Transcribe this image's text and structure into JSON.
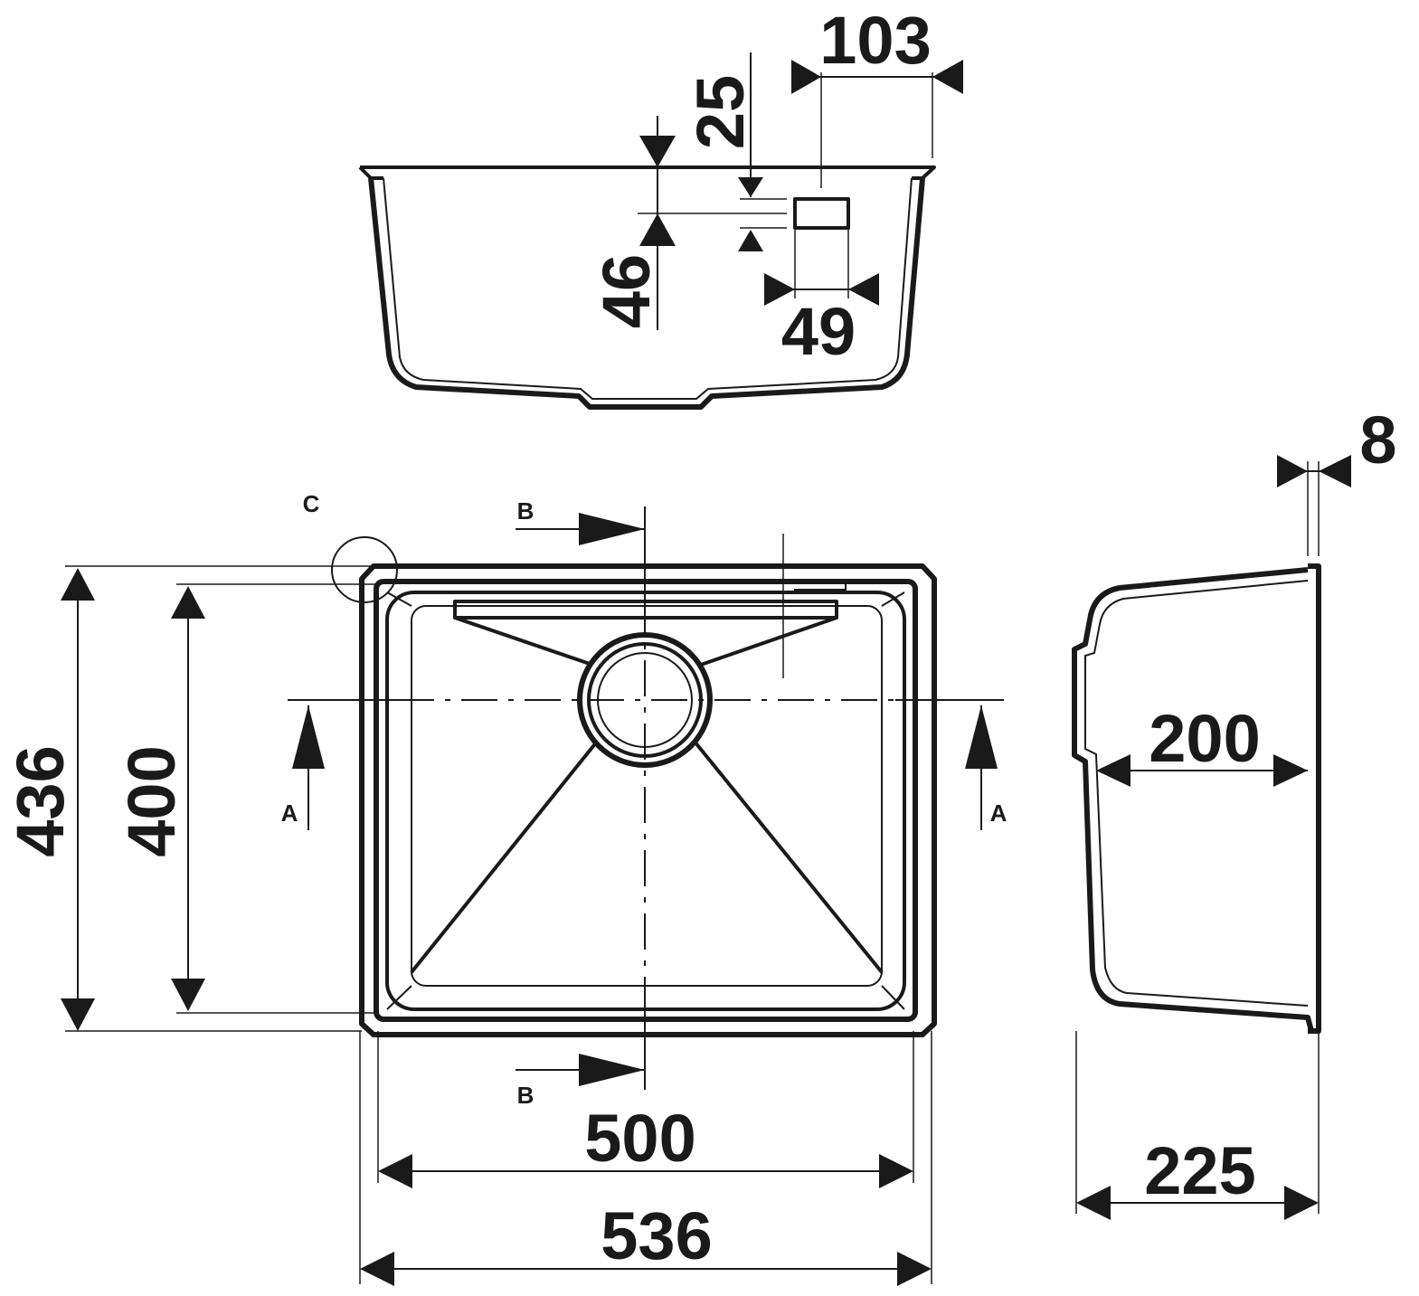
{
  "dimensions": {
    "top_103": "103",
    "top_25": "25",
    "top_46": "46",
    "top_49": "49",
    "side_8": "8",
    "side_200": "200",
    "side_225": "225",
    "plan_436": "436",
    "plan_400": "400",
    "plan_500": "500",
    "plan_536": "536"
  },
  "section_markers": {
    "a": "A",
    "b": "B",
    "c": "C"
  },
  "colors": {
    "line": "#1a1a1a",
    "background": "#ffffff"
  }
}
